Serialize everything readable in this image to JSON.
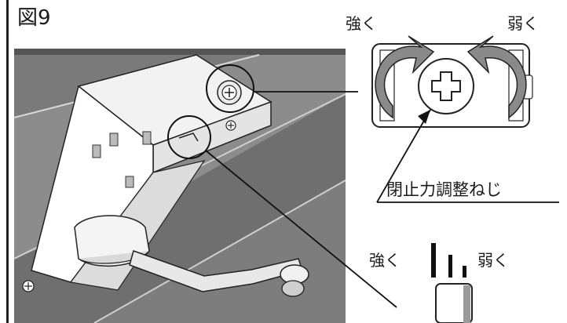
{
  "figure": {
    "label": "図9"
  },
  "labels": {
    "stronger_top": "強く",
    "weaker_top": "弱く",
    "screw_name": "閉止力調整ねじ",
    "stronger_bottom": "強く",
    "weaker_bottom": "弱く"
  },
  "colors": {
    "ink": "#1a1a1a",
    "panel_dark": "#707070",
    "panel_mid": "#9a9a9a",
    "panel_light": "#c8c8c8",
    "arrow_gray": "#8a8a8a",
    "body_white": "#ffffff"
  }
}
